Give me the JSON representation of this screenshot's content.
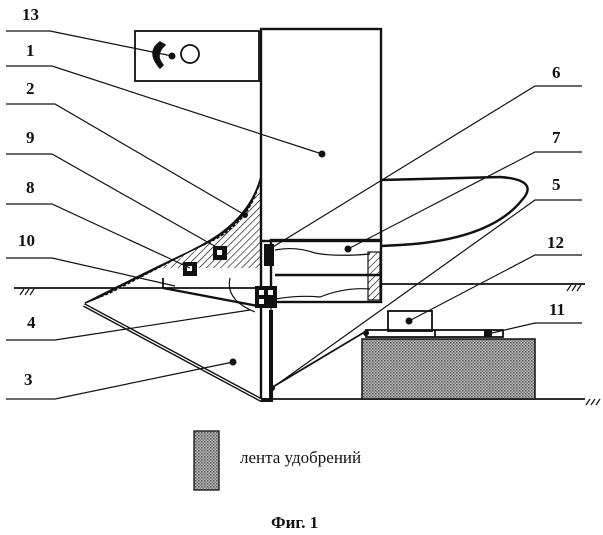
{
  "figure": {
    "caption": "Фиг. 1",
    "legend": {
      "label": "лента удобрений"
    },
    "callouts": [
      {
        "id": "13",
        "label": "13"
      },
      {
        "id": "1",
        "label": "1"
      },
      {
        "id": "2",
        "label": "2"
      },
      {
        "id": "9",
        "label": "9"
      },
      {
        "id": "8",
        "label": "8"
      },
      {
        "id": "10",
        "label": "10"
      },
      {
        "id": "4",
        "label": "4"
      },
      {
        "id": "3",
        "label": "3"
      },
      {
        "id": "6",
        "label": "6"
      },
      {
        "id": "7",
        "label": "7"
      },
      {
        "id": "5",
        "label": "5"
      },
      {
        "id": "12",
        "label": "12"
      },
      {
        "id": "11",
        "label": "11"
      }
    ],
    "colors": {
      "ink": "#111111",
      "fertilizer_fill": "#9a9a9a",
      "background": "#ffffff"
    }
  }
}
